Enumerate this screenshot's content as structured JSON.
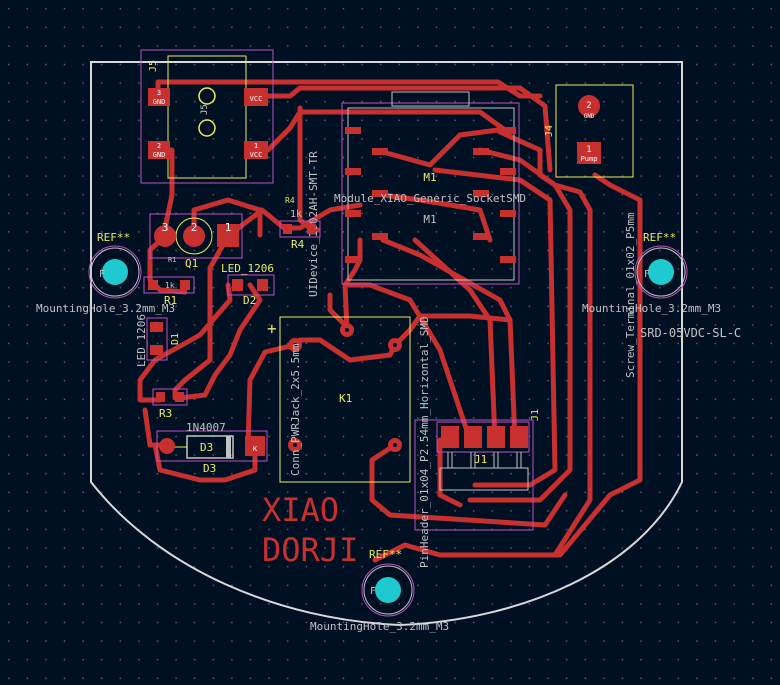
{
  "colors": {
    "background": "#001023",
    "grid": "#5a6a7a",
    "board_edge": "#d9d9d9",
    "copper": "#c8302f",
    "pad_text": "#ffffff",
    "silkscreen": "#ecec5b",
    "fab": "#c2c2c2",
    "courtyard": "#c050c0",
    "hole": "#1fc9d0",
    "big_text": "#c8302f"
  },
  "board_title": [
    "XIAO",
    "DORJI"
  ],
  "mounting_holes": [
    {
      "ref": "REF**",
      "value": "MountingHole_3.2mm_M3"
    },
    {
      "ref": "REF**",
      "value": "MountingHole_3.2mm_M3"
    },
    {
      "ref": "REF**",
      "value": "MountingHole_3.2mm_M3"
    }
  ],
  "hole_center_label": "F",
  "J5": {
    "ref": "J5",
    "pads": [
      "3",
      "GND",
      "2",
      "GND",
      "VCC",
      "1",
      "VCC"
    ]
  },
  "J4": {
    "ref": "J4",
    "footprint": "Screw_Terminal_01x02_P5mm",
    "pads": [
      {
        "num": "2",
        "name": "GND"
      },
      {
        "num": "1",
        "name": "Pump"
      }
    ]
  },
  "M1": {
    "ref": "M1",
    "footprint": "Module_XIAO_Generic_SocketSMD",
    "dup_label": "M1"
  },
  "K1": {
    "ref": "K1",
    "value": "SRD-05VDC-SL-C"
  },
  "Q1": {
    "ref": "Q1",
    "pads": [
      "3",
      "2",
      "1"
    ],
    "sub": "R1"
  },
  "R1": {
    "ref": "R1",
    "value": "1k"
  },
  "R3": {
    "ref": "R3",
    "value": "R3"
  },
  "R4": {
    "ref": "R4",
    "value": "1k",
    "small": "R4"
  },
  "D1": {
    "ref": "D1",
    "value": "LED_1206"
  },
  "D2": {
    "ref": "D2",
    "value": "LED_1206"
  },
  "D3": {
    "ref": "D3",
    "value": "1N4007",
    "dup": "D3",
    "pad": "K"
  },
  "J1": {
    "ref": "J1",
    "footprint": "PinHeader_01x04_P2.54mm_Horizontal_SMD",
    "dup": "J1"
  },
  "U_conn": {
    "label": "UIDevice_1002AH-SMT-TR"
  },
  "pwr_jack": {
    "label": "Conn_PWRJack_2x5.5mm"
  },
  "plus": "+"
}
